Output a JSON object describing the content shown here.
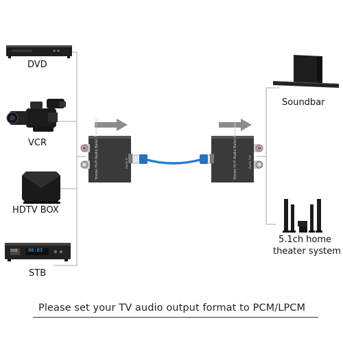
{
  "sources": [
    {
      "label": "DVD",
      "icon": "dvd-player-icon"
    },
    {
      "label": "VCR",
      "icon": "camcorder-icon"
    },
    {
      "label": "HDTV BOX",
      "icon": "tv-box-icon"
    },
    {
      "label": "STB",
      "icon": "set-top-box-icon"
    }
  ],
  "stb_display": "00:03",
  "stb_badge": "DVB",
  "transmitter": {
    "text": "Stereo Hi-Fi Audio Balun Transmitter",
    "port": "Audio In"
  },
  "receiver": {
    "text": "Stereo Hi-Fi Audio Balun Receiver",
    "port": "Audio Out"
  },
  "outputs": [
    {
      "label": "Soundbar",
      "icon": "soundbar-icon"
    },
    {
      "label_line1": "5.1ch home",
      "label_line2": "theater system",
      "icon": "home-theater-icon"
    }
  ],
  "footer": "Please set your TV audio output format to PCM/LPCM",
  "colors": {
    "line": "#9a9a9a",
    "arrow": "#8c8c8c",
    "cable": "#2b7bd1",
    "box": "#3a3a3a"
  }
}
